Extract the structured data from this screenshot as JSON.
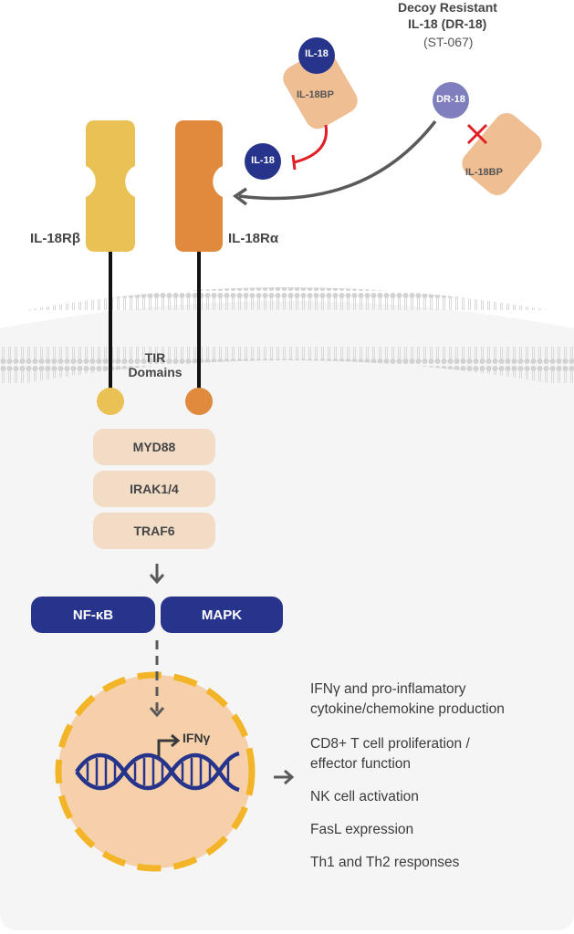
{
  "decoy": {
    "title_line1": "Decoy Resistant",
    "title_line2": "IL-18 (DR-18)",
    "code": "(ST-067)"
  },
  "molecules": {
    "il18_top": "IL-18",
    "il18bp_top": "IL-18BP",
    "il18_mid": "IL-18",
    "dr18": "DR-18",
    "il18bp_right": "IL-18BP"
  },
  "receptors": {
    "beta_label": "IL-18Rβ",
    "alpha_label": "IL-18Rα",
    "tir_line1": "TIR",
    "tir_line2": "Domains"
  },
  "signaling": {
    "adaptors": [
      "MYD88",
      "IRAK1/4",
      "TRAF6"
    ],
    "nfkb": "NF-κB",
    "mapk": "MAPK"
  },
  "nucleus": {
    "gene": "IFNγ"
  },
  "outcomes": [
    {
      "line1": "IFNγ and pro-inflamatory",
      "line2": "cytokine/chemokine production"
    },
    {
      "line1": "CD8+ T cell proliferation /",
      "line2": "effector function"
    },
    {
      "line1": "NK cell activation",
      "line2": ""
    },
    {
      "line1": "FasL expression",
      "line2": ""
    },
    {
      "line1": "Th1 and Th2 responses",
      "line2": ""
    }
  ],
  "colors": {
    "navy": "#27348b",
    "purple": "#7f7fbd",
    "peach": "#efbf93",
    "light_peach": "#f2dcc6",
    "yellow": "#e9c155",
    "orange": "#df8a3c",
    "nucleus_fill": "#f6d0ab",
    "nucleus_border": "#f3b428",
    "red": "#e01f26",
    "cytoplasm": "#f5f5f5",
    "membrane": "#d5d5d5"
  }
}
